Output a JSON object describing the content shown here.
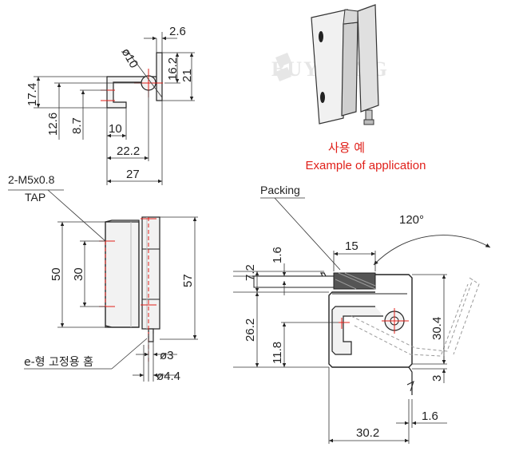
{
  "watermark": "BUYOUNG",
  "application": {
    "title_ko": "사용 예",
    "title_en": "Example of application",
    "packing_label": "Packing",
    "angle_label": "120°"
  },
  "views": {
    "side": {
      "dims": [
        "2.6",
        "ø10",
        "16.2",
        "21",
        "17.4",
        "12.6",
        "8.7",
        "10",
        "22.2",
        "27"
      ]
    },
    "front": {
      "thread_label": "2-M5x0.8",
      "tap_label": "TAP",
      "groove_label": "e-형 고정용 홈",
      "dims": [
        "50",
        "30",
        "57",
        "ø3",
        "ø4.4"
      ]
    },
    "install": {
      "dims": [
        "15",
        "7.2",
        "1.6",
        "26.2",
        "11.8",
        "30.4",
        "3",
        "1.6",
        "30.2"
      ]
    }
  },
  "colors": {
    "accent": "#e0201a",
    "line": "#222222"
  }
}
